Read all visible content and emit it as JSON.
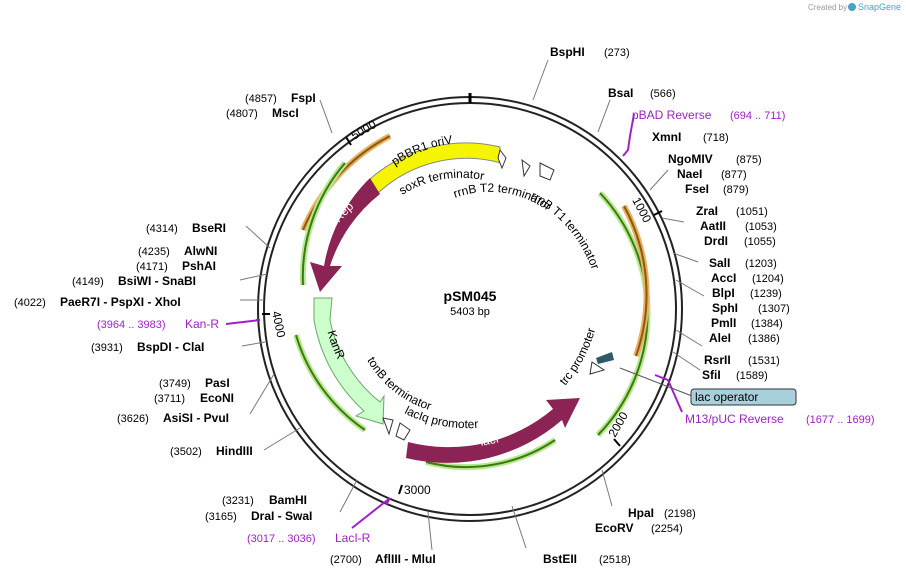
{
  "header": {
    "credit_text": "Created by",
    "brand": "SnapGene"
  },
  "plasmid": {
    "name": "pSM045",
    "length_label": "5403 bp",
    "length_bp": 5403
  },
  "ticks": [
    "1000",
    "2000",
    "3000",
    "4000",
    "5000"
  ],
  "restriction_sites": [
    {
      "name": "BspHI",
      "pos": "(273)"
    },
    {
      "name": "BsaI",
      "pos": "(566)"
    },
    {
      "name": "XmnI",
      "pos": "(718)"
    },
    {
      "name": "NgoMIV",
      "pos": "(875)"
    },
    {
      "name": "NaeI",
      "pos": "(877)"
    },
    {
      "name": "FseI",
      "pos": "(879)"
    },
    {
      "name": "ZraI",
      "pos": "(1051)"
    },
    {
      "name": "AatII",
      "pos": "(1053)"
    },
    {
      "name": "DrdI",
      "pos": "(1055)"
    },
    {
      "name": "SalI",
      "pos": "(1203)"
    },
    {
      "name": "AccI",
      "pos": "(1204)"
    },
    {
      "name": "BlpI",
      "pos": "(1239)"
    },
    {
      "name": "SphI",
      "pos": "(1307)"
    },
    {
      "name": "PmlI",
      "pos": "(1384)"
    },
    {
      "name": "AleI",
      "pos": "(1386)"
    },
    {
      "name": "RsrII",
      "pos": "(1531)"
    },
    {
      "name": "SfiI",
      "pos": "(1589)"
    },
    {
      "name": "HpaI",
      "pos": "(2198)"
    },
    {
      "name": "EcoRV",
      "pos": "(2254)"
    },
    {
      "name": "BstEII",
      "pos": "(2518)"
    },
    {
      "name": "AflIII - MluI",
      "pos": "(2700)"
    },
    {
      "name": "DraI - SwaI",
      "pos": "(3165)"
    },
    {
      "name": "BamHI",
      "pos": "(3231)"
    },
    {
      "name": "HindIII",
      "pos": "(3502)"
    },
    {
      "name": "AsiSI - PvuI",
      "pos": "(3626)"
    },
    {
      "name": "EcoNI",
      "pos": "(3711)"
    },
    {
      "name": "PasI",
      "pos": "(3749)"
    },
    {
      "name": "BspDI - ClaI",
      "pos": "(3931)"
    },
    {
      "name": "PaeR7I - PspXI - XhoI",
      "pos": "(4022)"
    },
    {
      "name": "BsiWI - SnaBI",
      "pos": "(4149)"
    },
    {
      "name": "PshAI",
      "pos": "(4171)"
    },
    {
      "name": "AlwNI",
      "pos": "(4235)"
    },
    {
      "name": "BseRI",
      "pos": "(4314)"
    },
    {
      "name": "MscI",
      "pos": "(4807)"
    },
    {
      "name": "FspI",
      "pos": "(4857)"
    }
  ],
  "primers": [
    {
      "name": "pBAD Reverse",
      "range": "(694 .. 711)"
    },
    {
      "name": "M13/pUC Reverse",
      "range": "(1677 .. 1699)"
    },
    {
      "name": "LacI-R",
      "range": "(3017 .. 3036)"
    },
    {
      "name": "Kan-R",
      "range": "(3964 .. 3983)"
    }
  ],
  "features": {
    "pbbr1_oriv": "pBBR1 oriV",
    "pbbr1_rep": "pBBR1 Rep",
    "kanr": "KanR",
    "laci": "lacI",
    "laciq_promoter": "lacIq promoter",
    "tonb_terminator": "tonB terminator",
    "trc_promoter": "trc promoter",
    "lac_operator": "lac operator",
    "rrnb_t1_terminator": "rrnB T1 terminator",
    "rrnb_t2_terminator": "rrnB T2 terminator",
    "soxr_terminator": "soxR terminator"
  },
  "colors": {
    "backbone": "#222222",
    "oriv": "#f5f500",
    "rep": "#8b2355",
    "kanr": "#ccffcc",
    "laci": "#8b2355",
    "orf_green": "#4a9a1a",
    "orf_orange": "#d08a20",
    "primer": "#a020c8",
    "lac_operator": "#a8d0dc",
    "brand": "#4aa0c8"
  }
}
